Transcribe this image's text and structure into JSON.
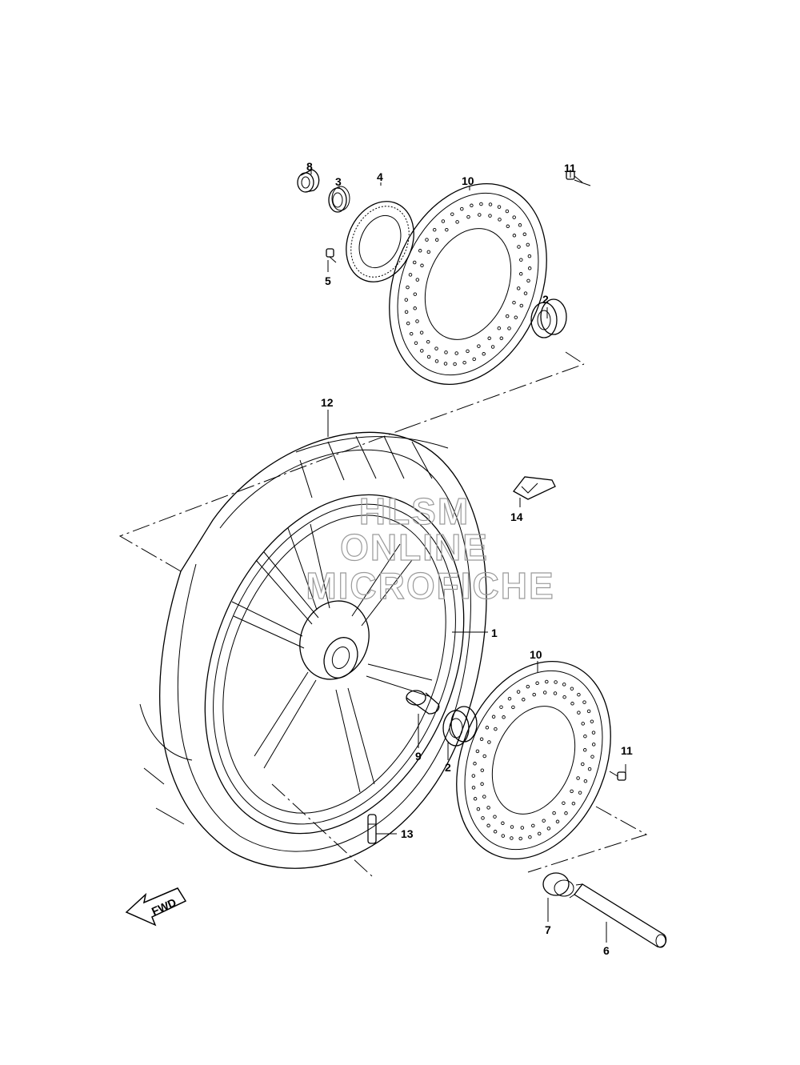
{
  "callouts": {
    "p1": "1",
    "p2a": "2",
    "p2b": "2",
    "p3": "3",
    "p4": "4",
    "p5": "5",
    "p6": "6",
    "p7": "7",
    "p8": "8",
    "p9": "9",
    "p10a": "10",
    "p10b": "10",
    "p11a": "11",
    "p11b": "11",
    "p12": "12",
    "p13": "13",
    "p14": "14"
  },
  "watermark": {
    "line1": "HLSM",
    "line2": "ONLINE",
    "line3": "MICROFICHE"
  },
  "fwd_label": "FWD"
}
